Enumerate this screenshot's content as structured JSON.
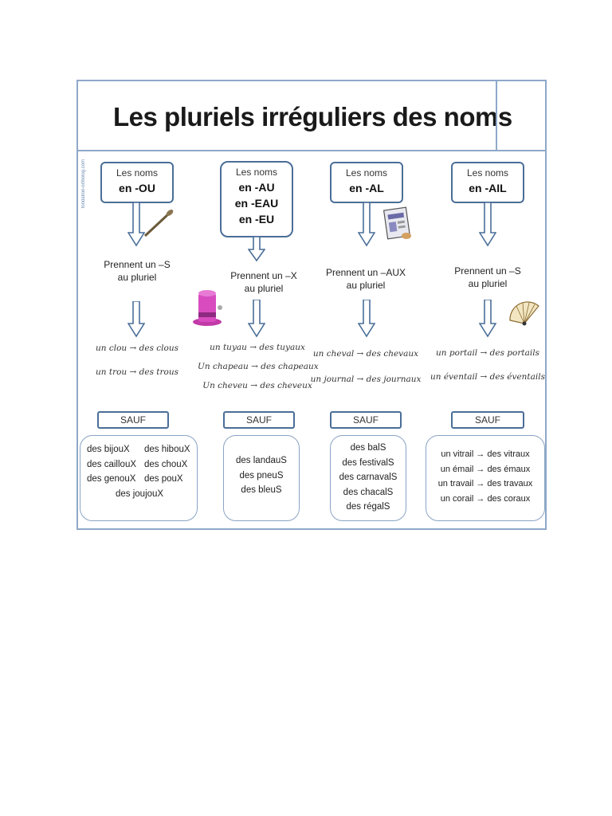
{
  "title": "Les pluriels irréguliers des noms",
  "credit": "fondation-ortholog.com",
  "columns": [
    {
      "head_top": "Les noms",
      "head_lines": [
        "en -OU"
      ],
      "rule_1": "Prennent un  –S",
      "rule_2": "au pluriel",
      "examples": [
        "un clou → des clous",
        "un trou → des trous"
      ],
      "sauf": "SAUF",
      "exceptions": [
        "des bijouX",
        "des hibouX",
        "des caillouX",
        "des chouX",
        "des genouX",
        "des pouX",
        "des joujouX"
      ],
      "icon": "nail-icon"
    },
    {
      "head_top": "Les noms",
      "head_lines": [
        "en -AU",
        "en -EAU",
        "en -EU"
      ],
      "rule_1": "Prennent un  –X",
      "rule_2": "au pluriel",
      "examples": [
        "un tuyau → des tuyaux",
        "Un chapeau → des chapeaux",
        "Un cheveu → des cheveux"
      ],
      "sauf": "SAUF",
      "exceptions": [
        "des landauS",
        "des pneuS",
        "des bleuS"
      ],
      "icon": "top-hat-icon"
    },
    {
      "head_top": "Les noms",
      "head_lines": [
        "en -AL"
      ],
      "rule_1": "Prennent un   –AUX",
      "rule_2": "au pluriel",
      "examples": [
        "un cheval → des chevaux",
        "un journal → des journaux"
      ],
      "sauf": "SAUF",
      "exceptions": [
        "des balS",
        "des festivalS",
        "des carnavalS",
        "des chacalS",
        "des régalS"
      ],
      "icon": "newspaper-icon"
    },
    {
      "head_top": "Les noms",
      "head_lines": [
        "en -AIL"
      ],
      "rule_1": "Prennent un –S",
      "rule_2": "au pluriel",
      "examples": [
        "un portail → des portails",
        "un éventail → des éventails"
      ],
      "sauf": "SAUF",
      "exceptions": [
        "un vitrail → des vitraux",
        "un émail → des émaux",
        "un travail → des travaux",
        "un corail → des coraux"
      ],
      "icon": "fan-icon"
    }
  ],
  "colors": {
    "border": "#8ea8c8",
    "box": "#4a6e98",
    "arrow_fill": "#ffffff",
    "arrow_stroke": "#4a6e98"
  }
}
